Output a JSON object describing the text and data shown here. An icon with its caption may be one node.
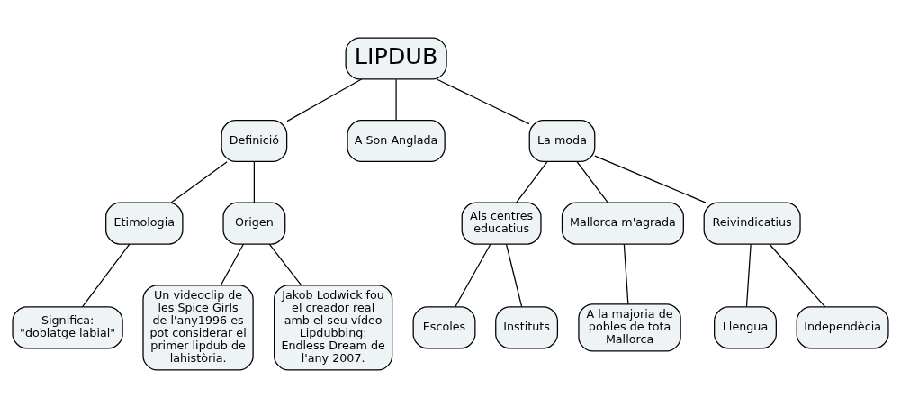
{
  "diagram": {
    "nodes": [
      {
        "text": [
          "LIPDUB"
        ]
      },
      {
        "text": [
          "Definició"
        ]
      },
      {
        "text": [
          "Etimologia"
        ]
      },
      {
        "text": [
          "Origen"
        ]
      },
      {
        "text": [
          "Significa: \"doblatge labial\""
        ]
      },
      {
        "text": [
          "Un videoclip de les Spice Girls de l'any1996 es pot considerar el primer lipdub de lahistòria."
        ]
      },
      {
        "text": [
          "Jakob Lodwick fou el creador real amb el seu vídeo Lipdubbing: Endless Dream de l'any 2007."
        ]
      },
      {
        "text": [
          "A Son Anglada"
        ]
      },
      {
        "text": [
          "La moda"
        ]
      },
      {
        "text": [
          "Als centres educatius"
        ]
      },
      {
        "text": [
          "Mallorca m'agrada"
        ]
      },
      {
        "text": [
          "Reivindicatius"
        ]
      },
      {
        "text": [
          "Escoles"
        ]
      },
      {
        "text": [
          "Instituts"
        ]
      },
      {
        "text": [
          "A la majoria de pobles de tota Mallorca"
        ]
      },
      {
        "text": [
          "Llengua"
        ]
      },
      {
        "text": [
          "Independècia"
        ]
      }
    ],
    "edges": [
      {
        "from": 0,
        "to": 1,
        "arrow": "none"
      },
      {
        "from": 0,
        "to": 7,
        "arrow": "none"
      },
      {
        "from": 0,
        "to": 8,
        "arrow": "none"
      },
      {
        "from": 1,
        "to": 2,
        "arrow": "none"
      },
      {
        "from": 1,
        "to": 3,
        "arrow": "none"
      },
      {
        "from": 2,
        "to": 4,
        "arrow": "none"
      },
      {
        "from": 3,
        "to": 5,
        "arrow": "none"
      },
      {
        "from": 3,
        "to": 6,
        "arrow": "none"
      },
      {
        "from": 8,
        "to": 9,
        "arrow": "none"
      },
      {
        "from": 8,
        "to": 10,
        "arrow": "none"
      },
      {
        "from": 8,
        "to": 11,
        "arrow": "none"
      },
      {
        "from": 9,
        "to": 12,
        "arrow": "none"
      },
      {
        "from": 9,
        "to": 13,
        "arrow": "none"
      },
      {
        "from": 10,
        "to": 14,
        "arrow": "none"
      },
      {
        "from": 11,
        "to": 15,
        "arrow": "none"
      },
      {
        "from": 11,
        "to": 16,
        "arrow": "none"
      }
    ]
  }
}
